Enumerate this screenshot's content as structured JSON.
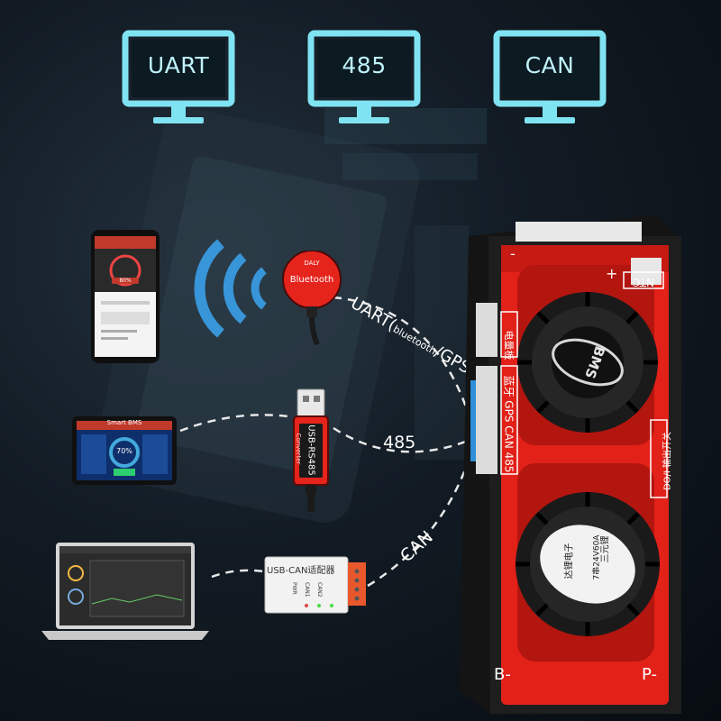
{
  "monitors": [
    {
      "label": "UART"
    },
    {
      "label": "485"
    },
    {
      "label": "CAN"
    }
  ],
  "connections": {
    "uart": "UART(",
    "uart_sub": "bluetooth",
    "uart_tail": "/GPS)",
    "rs485": "485",
    "can": "CAN"
  },
  "devices": {
    "bluetooth_module": {
      "brand": "DALY",
      "label": "Bluetooth"
    },
    "usb_dongle": {
      "line1": "USB-RS485",
      "line2": "Converter"
    },
    "usb_can": {
      "title": "USB-CAN适配器",
      "leds": [
        "PWR",
        "CAN1",
        "CAN2"
      ]
    },
    "tablet": {
      "title": "Smart BMS",
      "percent": "70%"
    },
    "phone": {
      "value": "80%"
    }
  },
  "bms_board": {
    "badge": "BMS",
    "left_strip": "电量板",
    "port_strip": "蓝牙 GPS CAN 485",
    "right_label": "DO/I 输出开关",
    "ntc": "NTC",
    "plus": "+",
    "minus": "-",
    "b_minus": "B-",
    "p_minus": "P-",
    "spec_brand": "三元锂",
    "spec_model": "7串24V60A",
    "maker": "达锂电子"
  },
  "colors": {
    "monitor": "#7fe3f2",
    "board_red": "#e22119",
    "board_shadow": "#b3150f",
    "dashed_line": "#e8e8e8"
  }
}
